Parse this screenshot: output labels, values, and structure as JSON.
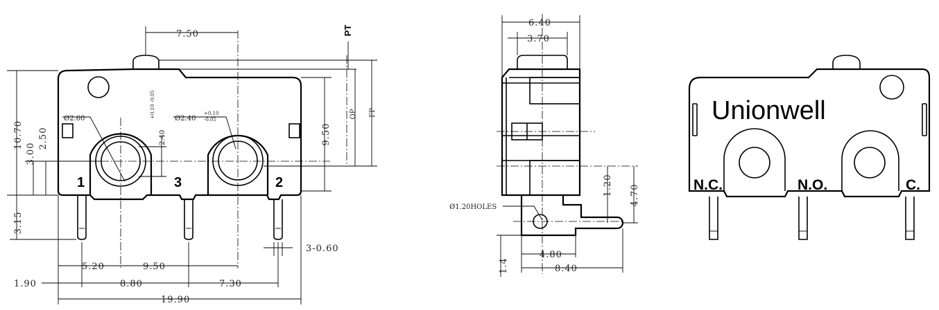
{
  "front_view": {
    "dims": {
      "d750": "7.50",
      "d1070": "10.70",
      "d300": "3.00",
      "d250": "2.50",
      "d315": "3.15",
      "d950v": "9.50",
      "d520": "5.20",
      "d950h": "9.50",
      "d190": "1.90",
      "d880": "8.80",
      "d730": "7.30",
      "d1990": "19.90",
      "d3x060": "3-0.60",
      "d240": "2.40",
      "d240_tol": "+0.10 -0.05"
    },
    "tol_upper": "+0.10",
    "tol_lower": "-0.05",
    "hole_left_label": "Ø2.60",
    "hole_right_label": "Ø2.40",
    "op_label": "OP",
    "fp_label": "FP",
    "pt_label": "PT",
    "pins": [
      "1",
      "3",
      "2"
    ]
  },
  "side_view": {
    "dims": {
      "d640": "6.40",
      "d370": "3.70",
      "d120": "1.20",
      "d470": "4.70",
      "d14": "1.4",
      "d480": "4.80",
      "d840": "8.40"
    },
    "holes_label": "Ø1.20HOLES"
  },
  "product_view": {
    "brand": "Unionwell",
    "pins": [
      "N.C.",
      "N.O.",
      "C."
    ]
  }
}
